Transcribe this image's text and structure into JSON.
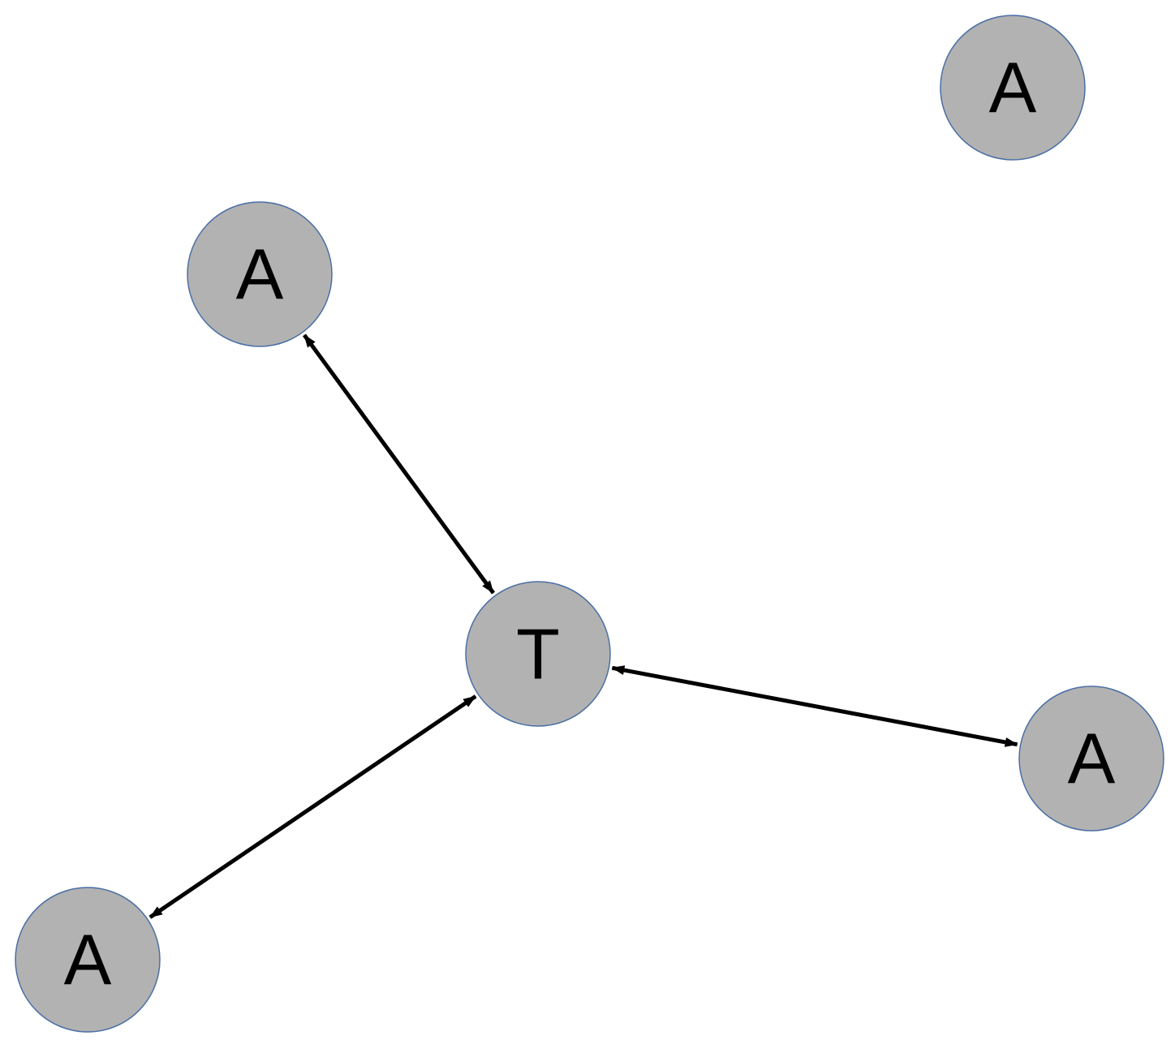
{
  "diagram": {
    "nodes": [
      {
        "id": "n1",
        "label": "A"
      },
      {
        "id": "n2",
        "label": "A"
      },
      {
        "id": "t",
        "label": "T"
      },
      {
        "id": "n3",
        "label": "A"
      },
      {
        "id": "n4",
        "label": "A"
      }
    ],
    "edges": [
      {
        "from": "t",
        "to": "n2",
        "directed": "both"
      },
      {
        "from": "t",
        "to": "n3",
        "directed": "both"
      },
      {
        "from": "t",
        "to": "n4",
        "directed": "both"
      }
    ],
    "colors": {
      "node_fill": "#b2b2b2",
      "node_stroke": "#4a6fa5",
      "edge": "#000000",
      "text": "#000000"
    }
  }
}
